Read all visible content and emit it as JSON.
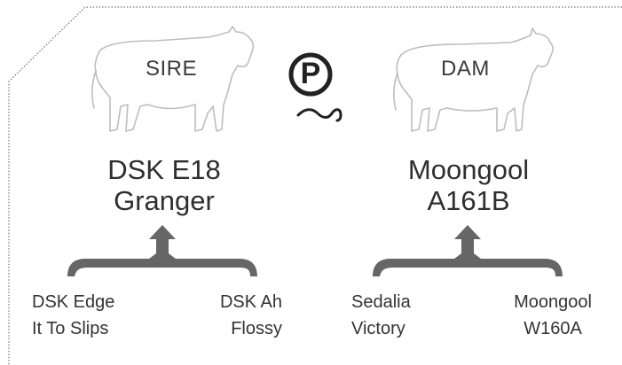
{
  "sire": {
    "role": "SIRE",
    "name_line1": "DSK E18",
    "name_line2": "Granger",
    "parent_left": {
      "line1": "DSK Edge",
      "line2": "It To Slips"
    },
    "parent_right": {
      "line1": "DSK Ah",
      "line2": "Flossy"
    }
  },
  "dam": {
    "role": "DAM",
    "name_line1": "Moongool",
    "name_line2": "A161B",
    "parent_left": {
      "line1": "Sedalia",
      "line2": "Victory"
    },
    "parent_right": {
      "line1": "Moongool",
      "line2": "W160A"
    }
  },
  "poll_symbol": {
    "letter": "P",
    "icon": "polled-icon"
  },
  "colors": {
    "outline": "#bdbdbd",
    "bracket": "#666666",
    "text": "#333333",
    "border": "#555555"
  }
}
